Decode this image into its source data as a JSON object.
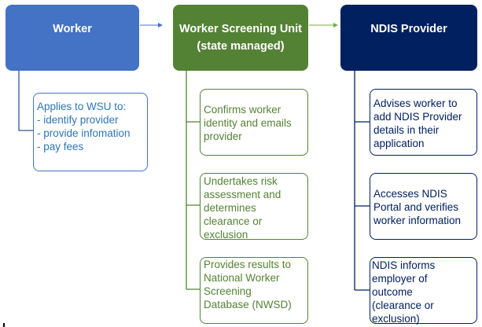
{
  "columns": [
    {
      "id": "worker",
      "title_lines": [
        "Worker"
      ],
      "color": "#4472c4",
      "steps": [
        {
          "lines": [
            "Applies to WSU to:",
            "- identify provider",
            "- provide infomation",
            "- pay fees"
          ]
        }
      ]
    },
    {
      "id": "wsu",
      "title_lines": [
        "Worker Screening Unit",
        "(state managed)"
      ],
      "color": "#548235",
      "steps": [
        {
          "lines": [
            "Confirms worker",
            "identity and emails",
            "provider"
          ]
        },
        {
          "lines": [
            "Undertakes risk",
            "assessment and",
            "determines",
            "clearance or",
            "exclusion"
          ]
        },
        {
          "lines": [
            "Provides results to",
            "National Worker",
            "Screening",
            "Database (NWSD)"
          ]
        }
      ]
    },
    {
      "id": "ndis",
      "title_lines": [
        "NDIS Provider"
      ],
      "color": "#002060",
      "steps": [
        {
          "lines": [
            "Advises worker to",
            "add NDIS Provider",
            "details in their",
            "application"
          ]
        },
        {
          "lines": [
            "Accesses NDIS",
            "Portal and verifies",
            "worker information"
          ]
        },
        {
          "lines": [
            "NDIS informs",
            "employer of",
            "outcome",
            "(clearance or",
            "exclusion)"
          ]
        }
      ]
    }
  ],
  "flow": [
    {
      "from": "worker",
      "to": "wsu"
    },
    {
      "from": "wsu",
      "to": "ndis"
    }
  ]
}
